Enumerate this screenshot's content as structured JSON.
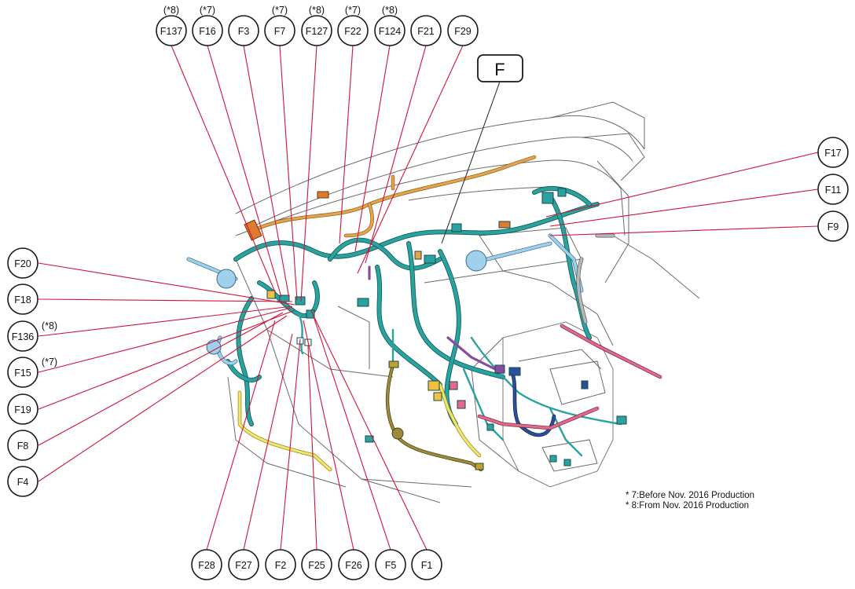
{
  "diagram": {
    "location_label": "F",
    "connectors_top": [
      {
        "id": "F137",
        "note": "(*8)"
      },
      {
        "id": "F16",
        "note": "(*7)"
      },
      {
        "id": "F3",
        "note": ""
      },
      {
        "id": "F7",
        "note": "(*7)"
      },
      {
        "id": "F127",
        "note": "(*8)"
      },
      {
        "id": "F22",
        "note": "(*7)"
      },
      {
        "id": "F124",
        "note": "(*8)"
      },
      {
        "id": "F21",
        "note": ""
      },
      {
        "id": "F29",
        "note": ""
      }
    ],
    "connectors_left": [
      {
        "id": "F20",
        "note": ""
      },
      {
        "id": "F18",
        "note": ""
      },
      {
        "id": "F136",
        "note": "(*8)"
      },
      {
        "id": "F15",
        "note": "(*7)"
      },
      {
        "id": "F19",
        "note": ""
      },
      {
        "id": "F8",
        "note": ""
      },
      {
        "id": "F4",
        "note": ""
      }
    ],
    "connectors_right": [
      {
        "id": "F17",
        "note": ""
      },
      {
        "id": "F11",
        "note": ""
      },
      {
        "id": "F9",
        "note": ""
      }
    ],
    "connectors_bottom": [
      {
        "id": "F28",
        "note": ""
      },
      {
        "id": "F27",
        "note": ""
      },
      {
        "id": "F2",
        "note": ""
      },
      {
        "id": "F25",
        "note": ""
      },
      {
        "id": "F26",
        "note": ""
      },
      {
        "id": "F5",
        "note": ""
      },
      {
        "id": "F1",
        "note": ""
      }
    ],
    "footnotes": [
      "* 7:Before Nov. 2016 Production",
      "* 8:From Nov. 2016 Production"
    ],
    "colors": {
      "leader": "#d2123a",
      "harness_main": "#2aa3a0",
      "harness_orange": "#e3a44a",
      "harness_yellow": "#f2e66a",
      "harness_navy": "#2b4f9c",
      "harness_pink": "#e06a8a",
      "harness_light_blue": "#9fd0ec"
    }
  }
}
